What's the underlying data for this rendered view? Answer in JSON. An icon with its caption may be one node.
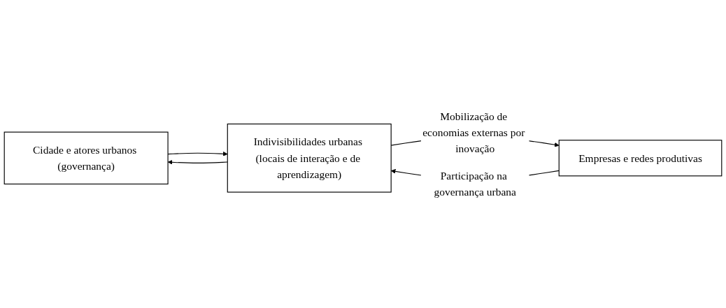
{
  "diagram": {
    "nodes": [
      {
        "text": [
          "Cidade e atores urbanos (governança)"
        ]
      },
      {
        "text": [
          "Indivisibilidades urbanas (locais de interação e de aprendizagem)"
        ]
      },
      {
        "text": [
          "Empresas e redes produtivas"
        ]
      }
    ],
    "edges": [
      {
        "from": 0,
        "to": 1,
        "arrow": "to"
      },
      {
        "from": 1,
        "to": 0,
        "arrow": "to"
      },
      {
        "from": 1,
        "to": 2,
        "arrow": "to",
        "label": "Mobilização de economias externas por inovação"
      },
      {
        "from": 2,
        "to": 1,
        "arrow": "to",
        "label": "Participação na governança urbana"
      }
    ]
  }
}
